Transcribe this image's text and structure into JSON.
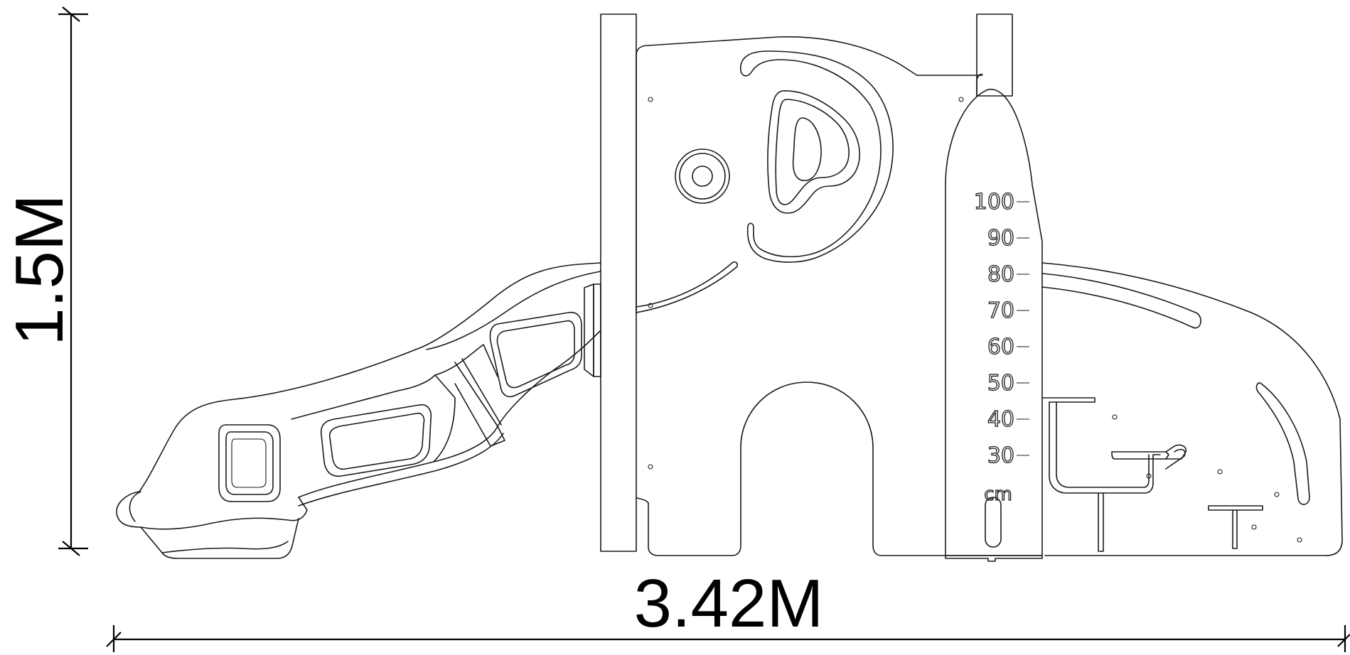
{
  "dimensions": {
    "height_label": "1.5M",
    "width_label": "3.42M"
  },
  "height_scale": {
    "marks": [
      "100",
      "90",
      "80",
      "70",
      "60",
      "50",
      "40",
      "30"
    ],
    "unit": "cm"
  }
}
